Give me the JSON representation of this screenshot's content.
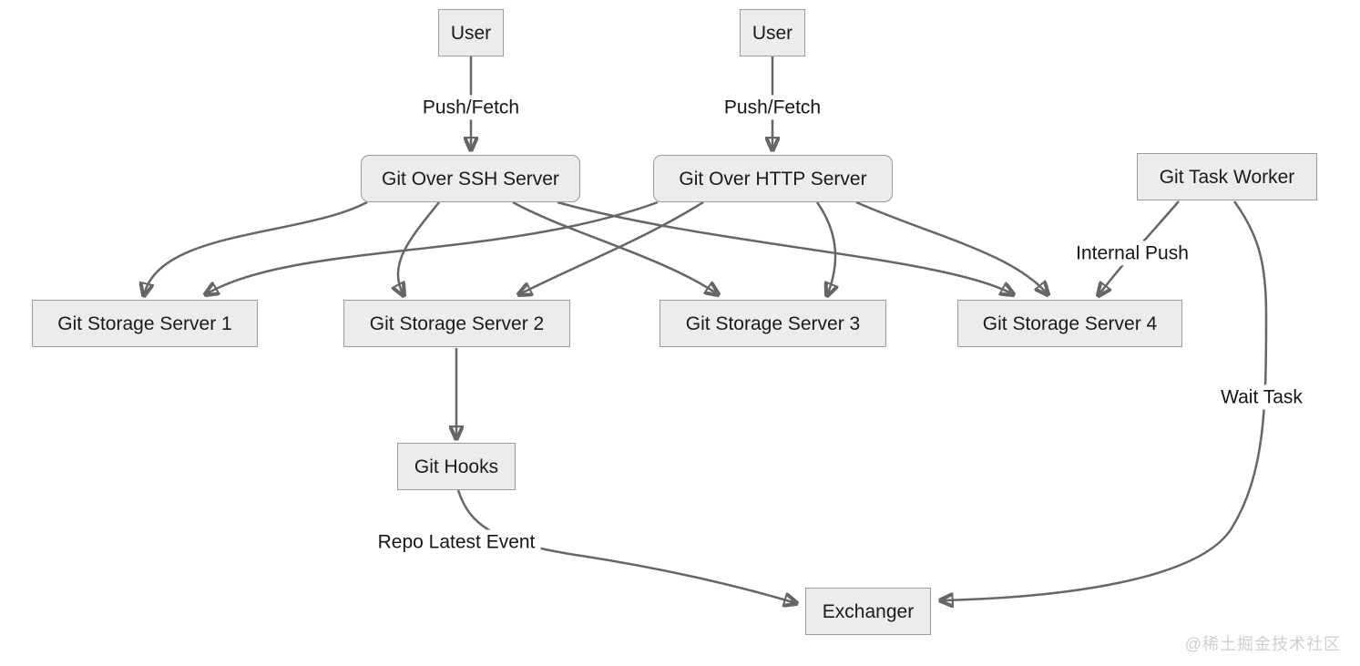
{
  "diagram": {
    "type": "flowchart",
    "nodes": {
      "user1": {
        "label": "User"
      },
      "user2": {
        "label": "User"
      },
      "ssh_server": {
        "label": "Git Over SSH Server"
      },
      "http_server": {
        "label": "Git Over HTTP Server"
      },
      "task_worker": {
        "label": "Git Task Worker"
      },
      "storage1": {
        "label": "Git Storage Server 1"
      },
      "storage2": {
        "label": "Git Storage Server 2"
      },
      "storage3": {
        "label": "Git Storage Server 3"
      },
      "storage4": {
        "label": "Git Storage Server 4"
      },
      "git_hooks": {
        "label": "Git Hooks"
      },
      "exchanger": {
        "label": "Exchanger"
      }
    },
    "edge_labels": {
      "push_fetch_1": "Push/Fetch",
      "push_fetch_2": "Push/Fetch",
      "internal_push": "Internal Push",
      "wait_task": "Wait Task",
      "repo_latest_event": "Repo Latest Event"
    },
    "edges": [
      {
        "from": "User",
        "to": "Git Over SSH Server",
        "label": "Push/Fetch"
      },
      {
        "from": "User",
        "to": "Git Over HTTP Server",
        "label": "Push/Fetch"
      },
      {
        "from": "Git Over SSH Server",
        "to": "Git Storage Server 1",
        "label": ""
      },
      {
        "from": "Git Over SSH Server",
        "to": "Git Storage Server 2",
        "label": ""
      },
      {
        "from": "Git Over SSH Server",
        "to": "Git Storage Server 3",
        "label": ""
      },
      {
        "from": "Git Over SSH Server",
        "to": "Git Storage Server 4",
        "label": ""
      },
      {
        "from": "Git Over HTTP Server",
        "to": "Git Storage Server 1",
        "label": ""
      },
      {
        "from": "Git Over HTTP Server",
        "to": "Git Storage Server 2",
        "label": ""
      },
      {
        "from": "Git Over HTTP Server",
        "to": "Git Storage Server 3",
        "label": ""
      },
      {
        "from": "Git Over HTTP Server",
        "to": "Git Storage Server 4",
        "label": ""
      },
      {
        "from": "Git Task Worker",
        "to": "Git Storage Server 4",
        "label": "Internal Push"
      },
      {
        "from": "Git Storage Server 2",
        "to": "Git Hooks",
        "label": ""
      },
      {
        "from": "Git Hooks",
        "to": "Exchanger",
        "label": "Repo Latest Event"
      },
      {
        "from": "Git Task Worker",
        "to": "Exchanger",
        "label": "Wait Task"
      }
    ],
    "colors": {
      "background": "#ffffff",
      "node_fill": "#ececec",
      "node_border": "#9c9c9c",
      "edge": "#666666",
      "text": "#1a1a1a",
      "watermark": "#cfcfcf"
    }
  },
  "watermark": {
    "text": "@稀土掘金技术社区"
  }
}
